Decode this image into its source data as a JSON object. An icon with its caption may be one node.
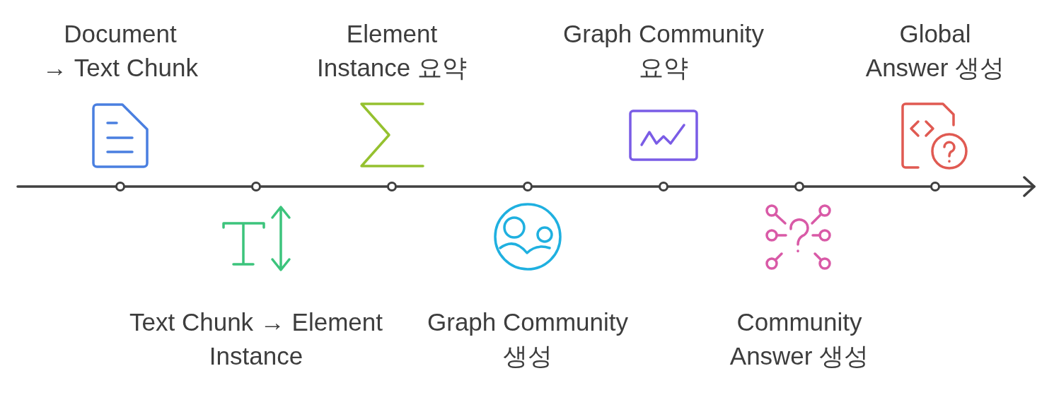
{
  "diagram": {
    "labels": [
      "Document → Text Chunk",
      "Text Chunk → Element Instance",
      "Element Instance 요약",
      "Graph Community 생성",
      "Graph Community 요약",
      "Community Answer 생성",
      "Global Answer 생성"
    ]
  }
}
